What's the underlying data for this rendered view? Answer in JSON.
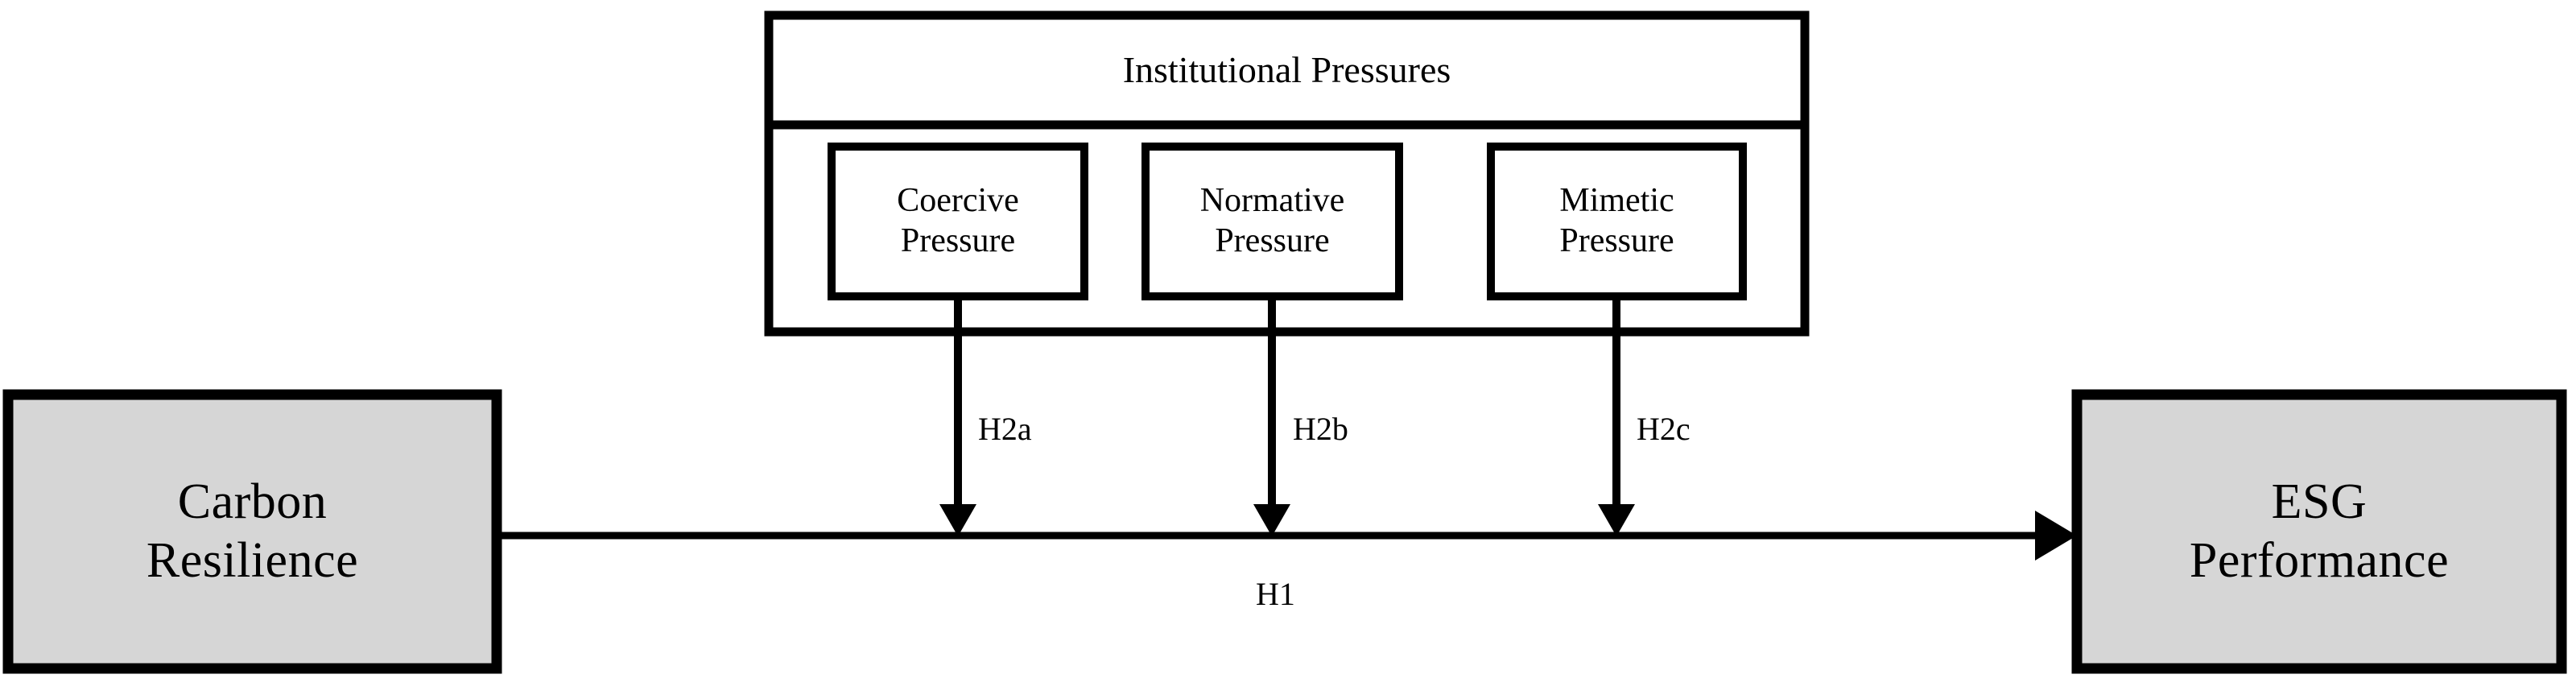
{
  "diagram": {
    "title_visible": false,
    "type": "conceptual-model",
    "colors": {
      "box_fill_shaded": "#d6d6d6",
      "box_fill_plain": "#ffffff",
      "stroke": "#000000",
      "background": "#ffffff"
    },
    "predictor": {
      "label": "Carbon\nResilience",
      "line1": "Carbon",
      "line2": "Resilience",
      "fill": "#d6d6d6"
    },
    "outcome": {
      "label": "ESG\nPerformance",
      "line1": "ESG",
      "line2": "Performance",
      "fill": "#d6d6d6"
    },
    "moderator_group": {
      "title": "Institutional Pressures",
      "items": [
        {
          "label": "Coercive\nPressure",
          "line1": "Coercive",
          "line2": "Pressure",
          "hypothesis": "H2a"
        },
        {
          "label": "Normative\nPressure",
          "line1": "Normative",
          "line2": "Pressure",
          "hypothesis": "H2b"
        },
        {
          "label": "Mimetic\nPressure",
          "line1": "Mimetic",
          "line2": "Pressure",
          "hypothesis": "H2c"
        }
      ]
    },
    "main_path": {
      "hypothesis": "H1",
      "from": "Carbon Resilience",
      "to": "ESG Performance"
    }
  }
}
